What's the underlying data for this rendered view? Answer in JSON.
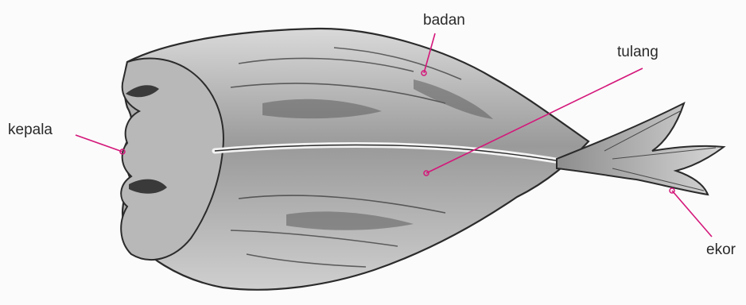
{
  "colors": {
    "accent": "#d4177a",
    "ink": "#2b2b2b"
  },
  "labels": {
    "badan": "badan",
    "tulang": "tulang",
    "kepala": "kepala",
    "ekor": "ekor"
  }
}
